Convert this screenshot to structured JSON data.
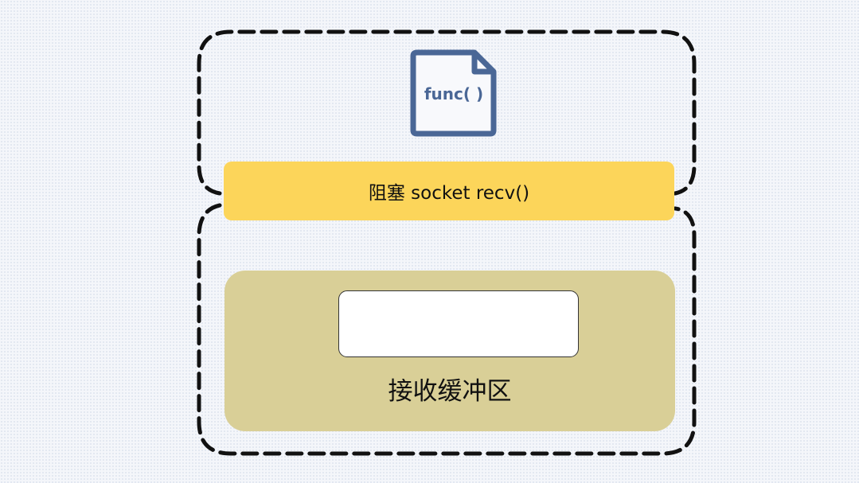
{
  "function_icon": {
    "label": "func( )",
    "icon": "code-file-icon",
    "color": "#4a6796"
  },
  "blocking_call": {
    "label": "阻塞 socket recv()",
    "color": "#fcd55a"
  },
  "receive_buffer": {
    "label": "接收缓冲区",
    "color": "#d9cf97"
  },
  "outline": {
    "style": "dashed",
    "color": "#111111"
  }
}
